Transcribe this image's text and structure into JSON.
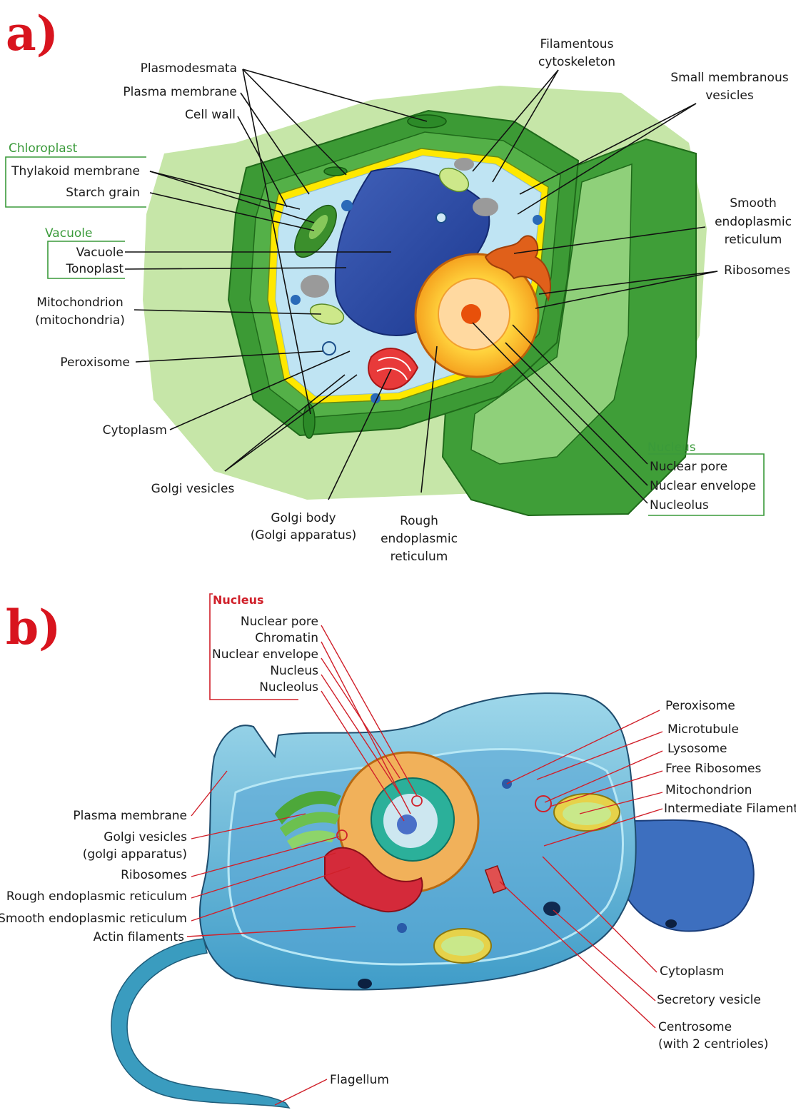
{
  "panels": {
    "a": "a)",
    "b": "b)"
  },
  "plant": {
    "groups": {
      "chloroplast": "Chloroplast",
      "vacuole": "Vacuole",
      "nucleus": "Nucleus"
    },
    "labels": {
      "plasmodesmata": "Plasmodesmata",
      "plasma_membrane": "Plasma membrane",
      "cell_wall": "Cell wall",
      "thylakoid": "Thylakoid membrane",
      "starch": "Starch grain",
      "vacuole": "Vacuole",
      "tonoplast": "Tonoplast",
      "mito_1": "Mitochondrion",
      "mito_2": "(mitochondria)",
      "peroxisome": "Peroxisome",
      "cytoplasm": "Cytoplasm",
      "golgi_vesicles": "Golgi vesicles",
      "golgi_body_1": "Golgi body",
      "golgi_body_2": "(Golgi apparatus)",
      "rough_er_1": "Rough",
      "rough_er_2": "endoplasmic",
      "rough_er_3": "reticulum",
      "filament_1": "Filamentous",
      "filament_2": "cytoskeleton",
      "small_ves_1": "Small membranous",
      "small_ves_2": "vesicles",
      "smooth_er_1": "Smooth",
      "smooth_er_2": "endoplasmic",
      "smooth_er_3": "reticulum",
      "ribosomes": "Ribosomes",
      "nuclear_pore": "Nuclear pore",
      "nuclear_envelope": "Nuclear envelope",
      "nucleolus": "Nucleolus"
    }
  },
  "animal": {
    "groups": {
      "nucleus": "Nucleus"
    },
    "labels": {
      "nuclear_pore": "Nuclear pore",
      "chromatin": "Chromatin",
      "nuclear_envelope": "Nuclear envelope",
      "nucleus": "Nucleus",
      "nucleolus": "Nucleolus",
      "plasma_membrane": "Plasma membrane",
      "golgi_1": "Golgi vesicles",
      "golgi_2": "(golgi apparatus)",
      "ribosomes": "Ribosomes",
      "rough_er": "Rough endoplasmic reticulum",
      "smooth_er": "Smooth endoplasmic reticulum",
      "actin": "Actin filaments",
      "flagellum": "Flagellum",
      "peroxisome": "Peroxisome",
      "microtubule": "Microtubule",
      "lysosome": "Lysosome",
      "free_ribosomes": "Free Ribosomes",
      "mitochondrion": "Mitochondrion",
      "intermediate": "Intermediate Filaments",
      "cytoplasm": "Cytoplasm",
      "secretory": "Secretory vesicle",
      "centrosome_1": "Centrosome",
      "centrosome_2": "(with 2 centrioles)"
    }
  },
  "colors": {
    "panel_label": "#d8141e",
    "plant_group": "#3a9a3a",
    "animal_group": "#d0202a",
    "cell_wall": "#3c9a35",
    "plasma_membrane": "#ffe800",
    "animal_cytoplasm": "#7fc4e0"
  }
}
